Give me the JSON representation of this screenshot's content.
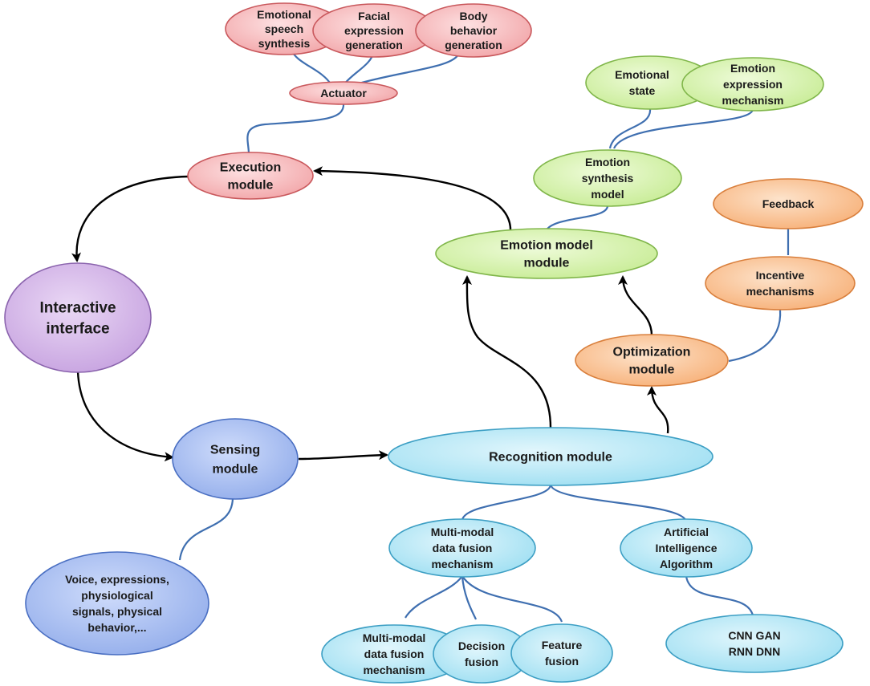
{
  "nodes": {
    "emotional_speech_synthesis": [
      "Emotional",
      "speech",
      "synthesis"
    ],
    "facial_expression_generation": [
      "Facial",
      "expression",
      "generation"
    ],
    "body_behavior_generation": [
      "Body",
      "behavior",
      "generation"
    ],
    "actuator": [
      "Actuator"
    ],
    "execution_module": [
      "Execution",
      "module"
    ],
    "interactive_interface": [
      "Interactive",
      "interface"
    ],
    "sensing_module": [
      "Sensing",
      "module"
    ],
    "voice_expressions": [
      "Voice, expressions,",
      "physiological",
      "signals, physical",
      "behavior,..."
    ],
    "recognition_module": [
      "Recognition module"
    ],
    "multimodal_fusion_mechanism": [
      "Multi-modal",
      "data fusion",
      "mechanism"
    ],
    "ai_algorithm": [
      "Artificial",
      "Intelligence",
      "Algorithm"
    ],
    "multimodal_fusion_mechanism_2": [
      "Multi-modal",
      "data fusion",
      "mechanism"
    ],
    "decision_fusion": [
      "Decision",
      "fusion"
    ],
    "feature_fusion": [
      "Feature",
      "fusion"
    ],
    "cnn_gan": [
      "CNN GAN",
      "RNN DNN"
    ],
    "emotional_state": [
      "Emotional",
      "state"
    ],
    "emotion_expression_mechanism": [
      "Emotion",
      "expression",
      "mechanism"
    ],
    "emotion_synthesis_model": [
      "Emotion",
      "synthesis",
      "model"
    ],
    "emotion_model_module": [
      "Emotion model",
      "module"
    ],
    "feedback": [
      "Feedback"
    ],
    "incentive_mechanisms": [
      "Incentive",
      "mechanisms"
    ],
    "optimization_module": [
      "Optimization",
      "module"
    ]
  },
  "colors": {
    "red_fill": "#f7b7b9",
    "red_stroke": "#c9585c",
    "purple_fill": "#d2b5e6",
    "purple_stroke": "#8a63ad",
    "blue_fill": "#a9bdf2",
    "blue_stroke": "#4a6fc2",
    "cyan_fill": "#b4e8f6",
    "cyan_stroke": "#3d9fc4",
    "green_fill": "#d7f3ae",
    "green_stroke": "#80b64a",
    "orange_fill": "#fbc393",
    "orange_stroke": "#d97f3c",
    "link_blue": "#3f6fb0",
    "arrow": "#000000"
  }
}
